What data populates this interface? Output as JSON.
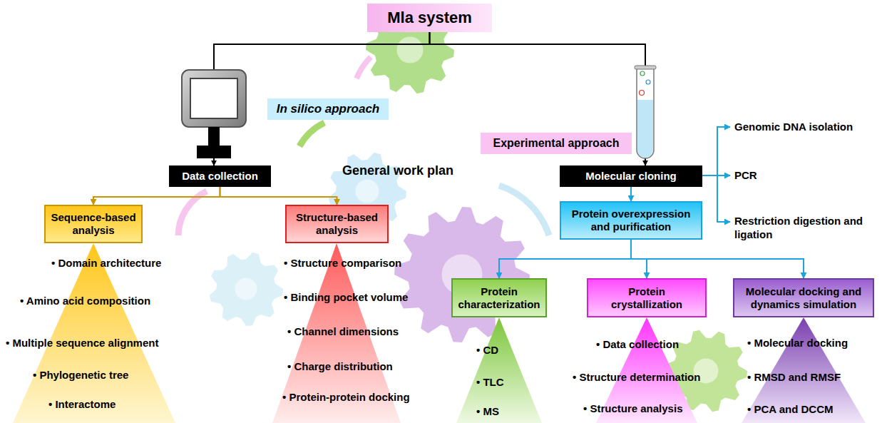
{
  "diagram": {
    "nodes": [
      {
        "text": [
          "Mla system"
        ]
      },
      {
        "text": [
          "In silico approach"
        ]
      },
      {
        "text": [
          "Data collection"
        ]
      },
      {
        "text": [
          "Experimental approach"
        ]
      },
      {
        "text": [
          "Molecular cloning"
        ]
      },
      {
        "text": [
          "Sequence-based analysis"
        ]
      },
      {
        "text": [
          "Structure-based analysis"
        ]
      },
      {
        "text": [
          "Protein overexpression and purification"
        ]
      },
      {
        "text": [
          "Protein characterization"
        ]
      },
      {
        "text": [
          "Protein crystallization"
        ]
      },
      {
        "text": [
          "Molecular docking and dynamics simulation"
        ]
      }
    ],
    "edges": [
      {
        "from": 0,
        "to": 2,
        "arrow": "to"
      },
      {
        "from": 0,
        "to": 4,
        "arrow": "to"
      },
      {
        "from": 2,
        "to": 5,
        "arrow": "to"
      },
      {
        "from": 2,
        "to": 6,
        "arrow": "to"
      },
      {
        "from": 4,
        "to": 7,
        "arrow": "to"
      },
      {
        "from": 7,
        "to": 8,
        "arrow": "to"
      },
      {
        "from": 7,
        "to": 9,
        "arrow": "to"
      },
      {
        "from": 7,
        "to": 10,
        "arrow": "to"
      }
    ],
    "labels": [
      "General work plan",
      "Genomic DNA isolation",
      "PCR",
      "Restriction digestion and ligation",
      "• Domain architecture",
      "• Amino acid composition",
      "• Multiple sequence alignment",
      "• Phylogenetic tree",
      "• Interactome",
      "• Structure comparison",
      "• Binding pocket volume",
      "• Channel dimensions",
      "• Charge distribution",
      "• Protein-protein docking",
      "• CD",
      "• TLC",
      "• MS",
      "• Data collection",
      "• Structure determination",
      "• Structure analysis",
      "• Molecular docking",
      "• RMSD and RMSF",
      "• PCA and DCCM"
    ]
  }
}
